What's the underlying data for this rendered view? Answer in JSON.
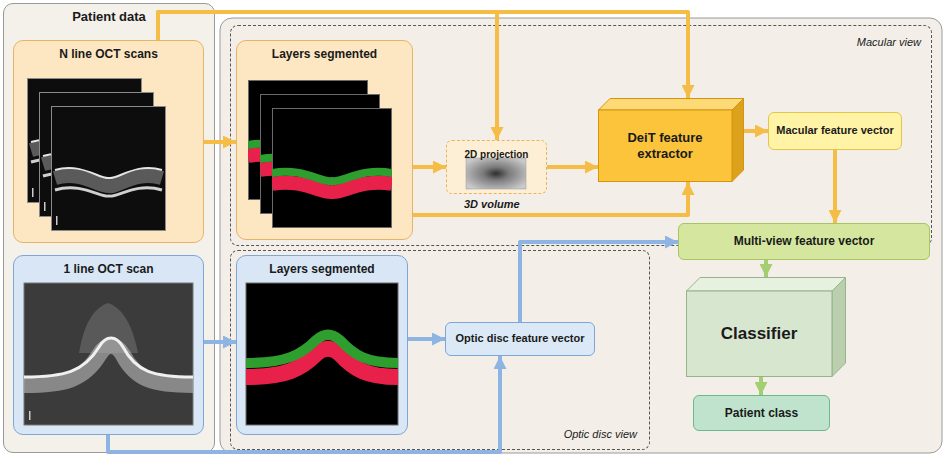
{
  "diagram": {
    "nodes": [
      {
        "text": [
          "Patient data"
        ]
      },
      {
        "text": [
          "N line OCT scans"
        ],
        "in": 0
      },
      {
        "text": [
          "1 line OCT scan"
        ],
        "in": 0
      },
      {
        "text": [
          "Macular view"
        ]
      },
      {
        "text": [
          "Layers segmented"
        ],
        "in": 3
      },
      {
        "text": [
          "2D projection"
        ],
        "in": 3
      },
      {
        "text": [
          "DeiT feature extractor"
        ],
        "in": 3
      },
      {
        "text": [
          "Macular feature vector"
        ],
        "in": 3
      },
      {
        "text": [
          "Optic disc view"
        ]
      },
      {
        "text": [
          "Layers segmented"
        ],
        "in": 8
      },
      {
        "text": [
          "Optic disc feature vector"
        ],
        "in": 8
      },
      {
        "text": [
          "Multi-view feature vector"
        ]
      },
      {
        "text": [
          "Classifier"
        ]
      },
      {
        "text": [
          "Patient class"
        ]
      }
    ],
    "edges": [
      {
        "from": 1,
        "to": 4,
        "arrow": "to"
      },
      {
        "from": 1,
        "to": 5,
        "arrow": "to"
      },
      {
        "from": 1,
        "to": 6,
        "arrow": "to"
      },
      {
        "from": 4,
        "to": 5,
        "arrow": "to"
      },
      {
        "from": 5,
        "to": 6,
        "arrow": "to"
      },
      {
        "from": 4,
        "to": 6,
        "label": "3D volume",
        "arrow": "to"
      },
      {
        "from": 6,
        "to": 7,
        "arrow": "to"
      },
      {
        "from": 7,
        "to": 11,
        "arrow": "to"
      },
      {
        "from": 2,
        "to": 9,
        "arrow": "to"
      },
      {
        "from": 9,
        "to": 10,
        "arrow": "to"
      },
      {
        "from": 2,
        "to": 10,
        "arrow": "to"
      },
      {
        "from": 10,
        "to": 11,
        "arrow": "to"
      },
      {
        "from": 11,
        "to": 12,
        "arrow": "to"
      },
      {
        "from": 12,
        "to": 13,
        "arrow": "to"
      }
    ]
  }
}
